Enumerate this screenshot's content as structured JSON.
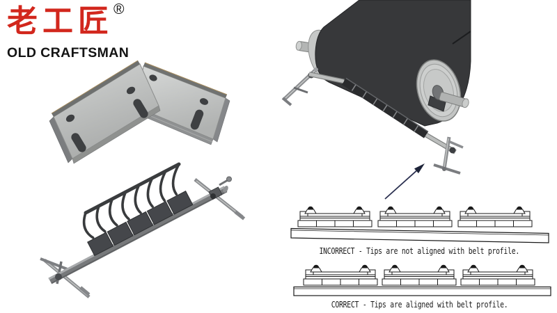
{
  "brand": {
    "logo_cn": "老工匠",
    "registered_mark": "®",
    "logo_en": "OLD CRAFTSMAN",
    "logo_color": "#d2271d",
    "logo_text_color": "#141414"
  },
  "figures": {
    "mounting_plates": "mounting-plates-photo",
    "belt_cleaner": "belt-cleaner-assembly-render",
    "conveyor": "conveyor-pulley-with-cleaner-render",
    "pointer_arrow_color": "#1d2338"
  },
  "diagrams": {
    "incorrect": {
      "caption": "INCORRECT - Tips are not aligned with belt profile.",
      "segments": 3,
      "tips_per_segment": 2,
      "belt_aligned": false
    },
    "correct": {
      "caption": "CORRECT - Tips are aligned with belt profile.",
      "segments": 3,
      "tips_per_segment": 2,
      "belt_aligned": true
    },
    "line_color": "#1a1a1a"
  },
  "colors": {
    "belt_dark": "#37383a",
    "pulley_light": "#c6c8c7",
    "cleaner_charcoal": "#45474b",
    "tube_gray": "#77797b",
    "plate_gray": "#bfc1c0",
    "background": "#ffffff"
  }
}
